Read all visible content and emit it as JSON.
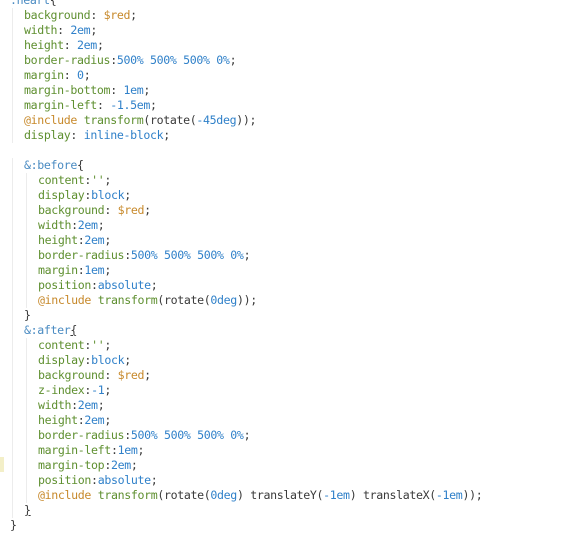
{
  "editor": {
    "colors": {
      "background": "#ffffff",
      "selector": "#4a8bc2",
      "property": "#5e8f2f",
      "variable": "#c7892b",
      "value": "#2f80c9",
      "include": "#c7892b",
      "function": "#5e8f2f",
      "punctuation": "#3a3a3a"
    },
    "lines": [
      {
        "indent": 0,
        "tokens": [
          {
            "t": ".heart",
            "c": "selector"
          },
          {
            "t": "{",
            "c": "punct"
          }
        ]
      },
      {
        "indent": 1,
        "tokens": [
          {
            "t": "background",
            "c": "property"
          },
          {
            "t": ": ",
            "c": "punct"
          },
          {
            "t": "$red",
            "c": "variable"
          },
          {
            "t": ";",
            "c": "punct"
          }
        ]
      },
      {
        "indent": 1,
        "tokens": [
          {
            "t": "width",
            "c": "property"
          },
          {
            "t": ": ",
            "c": "punct"
          },
          {
            "t": "2em",
            "c": "number"
          },
          {
            "t": ";",
            "c": "punct"
          }
        ]
      },
      {
        "indent": 1,
        "tokens": [
          {
            "t": "height",
            "c": "property"
          },
          {
            "t": ": ",
            "c": "punct"
          },
          {
            "t": "2em",
            "c": "number"
          },
          {
            "t": ";",
            "c": "punct"
          }
        ]
      },
      {
        "indent": 1,
        "tokens": [
          {
            "t": "border-radius",
            "c": "property"
          },
          {
            "t": ":",
            "c": "punct"
          },
          {
            "t": "500% 500% 500% 0%",
            "c": "number"
          },
          {
            "t": ";",
            "c": "punct"
          }
        ]
      },
      {
        "indent": 1,
        "tokens": [
          {
            "t": "margin",
            "c": "property"
          },
          {
            "t": ": ",
            "c": "punct"
          },
          {
            "t": "0",
            "c": "number"
          },
          {
            "t": ";",
            "c": "punct"
          }
        ]
      },
      {
        "indent": 1,
        "tokens": [
          {
            "t": "margin-bottom",
            "c": "property"
          },
          {
            "t": ": ",
            "c": "punct"
          },
          {
            "t": "1em",
            "c": "number"
          },
          {
            "t": ";",
            "c": "punct"
          }
        ]
      },
      {
        "indent": 1,
        "tokens": [
          {
            "t": "margin-left",
            "c": "property"
          },
          {
            "t": ": ",
            "c": "punct"
          },
          {
            "t": "-1.5em",
            "c": "number"
          },
          {
            "t": ";",
            "c": "punct"
          }
        ]
      },
      {
        "indent": 1,
        "tokens": [
          {
            "t": "@include",
            "c": "include"
          },
          {
            "t": " ",
            "c": "punct"
          },
          {
            "t": "transform",
            "c": "function"
          },
          {
            "t": "(",
            "c": "punct"
          },
          {
            "t": "rotate",
            "c": "plain"
          },
          {
            "t": "(",
            "c": "punct"
          },
          {
            "t": "-45deg",
            "c": "number"
          },
          {
            "t": "));",
            "c": "punct"
          }
        ]
      },
      {
        "indent": 1,
        "tokens": [
          {
            "t": "display",
            "c": "property"
          },
          {
            "t": ": ",
            "c": "punct"
          },
          {
            "t": "inline-block",
            "c": "value"
          },
          {
            "t": ";",
            "c": "punct"
          }
        ]
      },
      {
        "indent": 0,
        "tokens": []
      },
      {
        "indent": 1,
        "tokens": [
          {
            "t": "&:before",
            "c": "selector"
          },
          {
            "t": "{",
            "c": "punct"
          }
        ]
      },
      {
        "indent": 2,
        "tokens": [
          {
            "t": "content",
            "c": "property"
          },
          {
            "t": ":",
            "c": "punct"
          },
          {
            "t": "''",
            "c": "string"
          },
          {
            "t": ";",
            "c": "punct"
          }
        ]
      },
      {
        "indent": 2,
        "tokens": [
          {
            "t": "display",
            "c": "property"
          },
          {
            "t": ":",
            "c": "punct"
          },
          {
            "t": "block",
            "c": "value"
          },
          {
            "t": ";",
            "c": "punct"
          }
        ]
      },
      {
        "indent": 2,
        "tokens": [
          {
            "t": "background",
            "c": "property"
          },
          {
            "t": ": ",
            "c": "punct"
          },
          {
            "t": "$red",
            "c": "variable"
          },
          {
            "t": ";",
            "c": "punct"
          }
        ]
      },
      {
        "indent": 2,
        "tokens": [
          {
            "t": "width",
            "c": "property"
          },
          {
            "t": ":",
            "c": "punct"
          },
          {
            "t": "2em",
            "c": "number"
          },
          {
            "t": ";",
            "c": "punct"
          }
        ]
      },
      {
        "indent": 2,
        "tokens": [
          {
            "t": "height",
            "c": "property"
          },
          {
            "t": ":",
            "c": "punct"
          },
          {
            "t": "2em",
            "c": "number"
          },
          {
            "t": ";",
            "c": "punct"
          }
        ]
      },
      {
        "indent": 2,
        "tokens": [
          {
            "t": "border-radius",
            "c": "property"
          },
          {
            "t": ":",
            "c": "punct"
          },
          {
            "t": "500% 500% 500% 0%",
            "c": "number"
          },
          {
            "t": ";",
            "c": "punct"
          }
        ]
      },
      {
        "indent": 2,
        "tokens": [
          {
            "t": "margin",
            "c": "property"
          },
          {
            "t": ":",
            "c": "punct"
          },
          {
            "t": "1em",
            "c": "number"
          },
          {
            "t": ";",
            "c": "punct"
          }
        ]
      },
      {
        "indent": 2,
        "tokens": [
          {
            "t": "position",
            "c": "property"
          },
          {
            "t": ":",
            "c": "punct"
          },
          {
            "t": "absolute",
            "c": "value"
          },
          {
            "t": ";",
            "c": "punct"
          }
        ]
      },
      {
        "indent": 2,
        "tokens": [
          {
            "t": "@include",
            "c": "include"
          },
          {
            "t": " ",
            "c": "punct"
          },
          {
            "t": "transform",
            "c": "function"
          },
          {
            "t": "(",
            "c": "punct"
          },
          {
            "t": "rotate",
            "c": "plain"
          },
          {
            "t": "(",
            "c": "punct"
          },
          {
            "t": "0deg",
            "c": "number"
          },
          {
            "t": "));",
            "c": "punct"
          }
        ]
      },
      {
        "indent": 1,
        "tokens": [
          {
            "t": "}",
            "c": "punct"
          }
        ]
      },
      {
        "indent": 1,
        "tokens": [
          {
            "t": "&:after",
            "c": "selector"
          },
          {
            "t": "{",
            "c": "punct",
            "u": true
          }
        ]
      },
      {
        "indent": 2,
        "tokens": [
          {
            "t": "content",
            "c": "property"
          },
          {
            "t": ":",
            "c": "punct"
          },
          {
            "t": "''",
            "c": "string"
          },
          {
            "t": ";",
            "c": "punct"
          }
        ]
      },
      {
        "indent": 2,
        "tokens": [
          {
            "t": "display",
            "c": "property"
          },
          {
            "t": ":",
            "c": "punct"
          },
          {
            "t": "block",
            "c": "value"
          },
          {
            "t": ";",
            "c": "punct"
          }
        ]
      },
      {
        "indent": 2,
        "tokens": [
          {
            "t": "background",
            "c": "property"
          },
          {
            "t": ": ",
            "c": "punct"
          },
          {
            "t": "$red",
            "c": "variable"
          },
          {
            "t": ";",
            "c": "punct"
          }
        ]
      },
      {
        "indent": 2,
        "tokens": [
          {
            "t": "z-index",
            "c": "property"
          },
          {
            "t": ":",
            "c": "punct"
          },
          {
            "t": "-1",
            "c": "number"
          },
          {
            "t": ";",
            "c": "punct"
          }
        ]
      },
      {
        "indent": 2,
        "tokens": [
          {
            "t": "width",
            "c": "property"
          },
          {
            "t": ":",
            "c": "punct"
          },
          {
            "t": "2em",
            "c": "number"
          },
          {
            "t": ";",
            "c": "punct"
          }
        ]
      },
      {
        "indent": 2,
        "tokens": [
          {
            "t": "height",
            "c": "property"
          },
          {
            "t": ":",
            "c": "punct"
          },
          {
            "t": "2em",
            "c": "number"
          },
          {
            "t": ";",
            "c": "punct"
          }
        ]
      },
      {
        "indent": 2,
        "tokens": [
          {
            "t": "border-radius",
            "c": "property"
          },
          {
            "t": ":",
            "c": "punct"
          },
          {
            "t": "500% 500% 500% 0%",
            "c": "number"
          },
          {
            "t": ";",
            "c": "punct"
          }
        ]
      },
      {
        "indent": 2,
        "tokens": [
          {
            "t": "margin-left",
            "c": "property"
          },
          {
            "t": ":",
            "c": "punct"
          },
          {
            "t": "1em",
            "c": "number"
          },
          {
            "t": ";",
            "c": "punct"
          }
        ]
      },
      {
        "indent": 2,
        "tokens": [
          {
            "t": "margin-top",
            "c": "property"
          },
          {
            "t": ":",
            "c": "punct"
          },
          {
            "t": "2em",
            "c": "number"
          },
          {
            "t": ";",
            "c": "punct"
          }
        ]
      },
      {
        "indent": 2,
        "tokens": [
          {
            "t": "position",
            "c": "property"
          },
          {
            "t": ":",
            "c": "punct"
          },
          {
            "t": "absolute",
            "c": "value"
          },
          {
            "t": ";",
            "c": "punct"
          }
        ]
      },
      {
        "indent": 2,
        "tokens": [
          {
            "t": "@include",
            "c": "include"
          },
          {
            "t": " ",
            "c": "punct"
          },
          {
            "t": "transform",
            "c": "function"
          },
          {
            "t": "(",
            "c": "punct"
          },
          {
            "t": "rotate",
            "c": "plain"
          },
          {
            "t": "(",
            "c": "punct"
          },
          {
            "t": "0deg",
            "c": "number"
          },
          {
            "t": ") ",
            "c": "punct"
          },
          {
            "t": "translateY",
            "c": "plain"
          },
          {
            "t": "(",
            "c": "punct"
          },
          {
            "t": "-1em",
            "c": "number"
          },
          {
            "t": ") ",
            "c": "punct"
          },
          {
            "t": "translateX",
            "c": "plain"
          },
          {
            "t": "(",
            "c": "punct"
          },
          {
            "t": "-1em",
            "c": "number"
          },
          {
            "t": "));",
            "c": "punct"
          }
        ]
      },
      {
        "indent": 1,
        "tokens": [
          {
            "t": "}",
            "c": "punct",
            "u": true
          }
        ]
      },
      {
        "indent": 0,
        "tokens": [
          {
            "t": "}",
            "c": "punct"
          }
        ]
      }
    ]
  }
}
